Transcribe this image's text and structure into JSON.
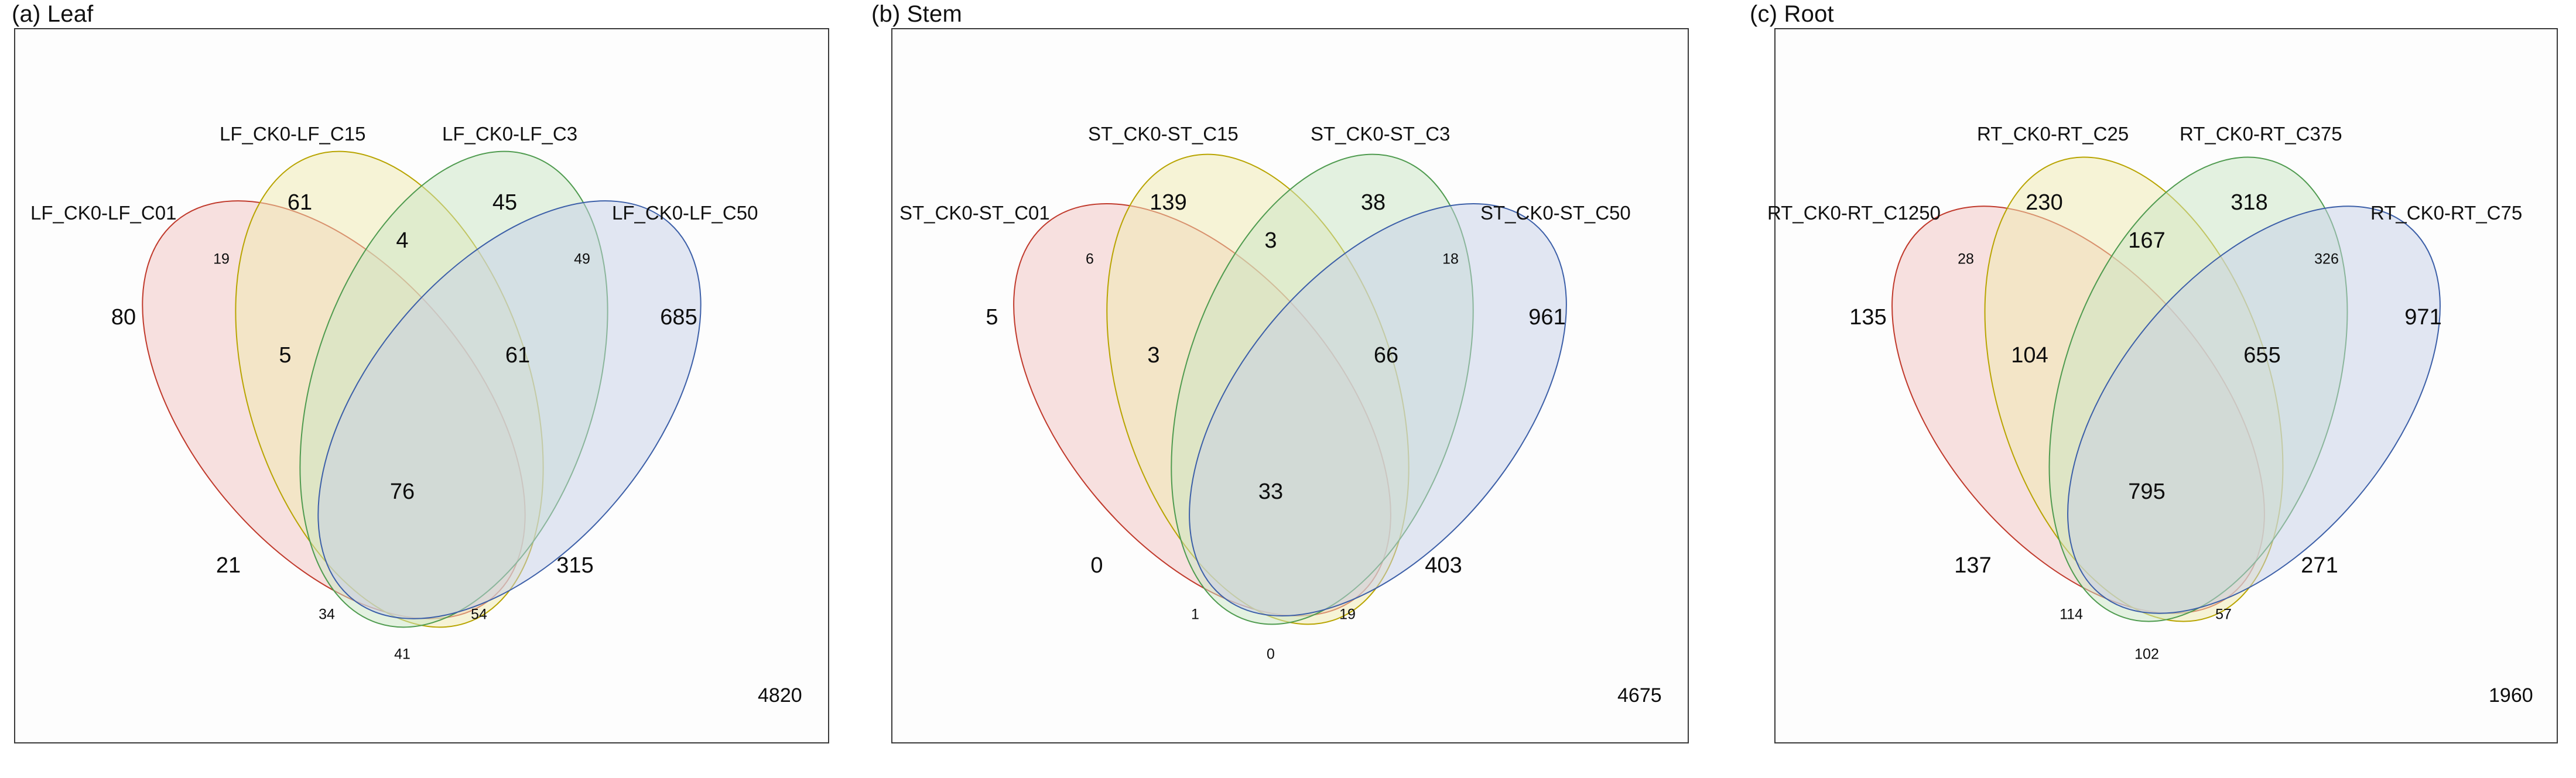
{
  "figure": {
    "type": "venn-4set-figure",
    "panel_count": 3,
    "background": "#ffffff",
    "frame_color": "#3a3a3a"
  },
  "palette": {
    "set1_stroke": "#c0392b",
    "set1_fill": "#f2c9c6",
    "set2_stroke": "#b8a400",
    "set2_fill": "#f0e9b0",
    "set3_stroke": "#4f9b4f",
    "set3_fill": "#c9e6c4",
    "set4_stroke": "#3c5fa8",
    "set4_fill": "#c6cfe8"
  },
  "chart_data": [
    {
      "type": "venn",
      "panel_id": "a",
      "title": "(a) Leaf",
      "sets": [
        "LF_CK0-LF_C01",
        "LF_CK0-LF_C15",
        "LF_CK0-LF_C3",
        "LF_CK0-LF_C50"
      ],
      "regions": {
        "A": 80,
        "B": 61,
        "C": 45,
        "D": 685,
        "AB": 19,
        "AC": 21,
        "AD": 41,
        "BC": 4,
        "BD": 34,
        "CD": 49,
        "ABC": 5,
        "ABD": 34,
        "ACD": 54,
        "BCD": 61,
        "ABCD": 76,
        "A_C": 21,
        "B_D": 315
      },
      "labels": {
        "only_A": "80",
        "only_B": "61",
        "only_C": "45",
        "only_D": "685",
        "A_and_B": "19",
        "B_and_C": "4",
        "C_and_D": "49",
        "A_and_B_and_C": "5",
        "B_and_C_and_D": "61",
        "all_four": "76",
        "A_and_C": "21",
        "B_and_D": "315",
        "A_and_B_and_D": "34",
        "A_and_C_and_D": "54",
        "A_and_D": "41"
      },
      "outside": "4820"
    },
    {
      "type": "venn",
      "panel_id": "b",
      "title": "(b) Stem",
      "sets": [
        "ST_CK0-ST_C01",
        "ST_CK0-ST_C15",
        "ST_CK0-ST_C3",
        "ST_CK0-ST_C50"
      ],
      "regions": {
        "A": 5,
        "B": 139,
        "C": 38,
        "D": 961,
        "AB": 6,
        "BC": 3,
        "CD": 18,
        "ABC": 3,
        "BCD": 66,
        "ABCD": 33,
        "AC": 0,
        "BD": 403,
        "ABD": 1,
        "ACD": 19,
        "AD": 0
      },
      "labels": {
        "only_A": "5",
        "only_B": "139",
        "only_C": "38",
        "only_D": "961",
        "A_and_B": "6",
        "B_and_C": "3",
        "C_and_D": "18",
        "A_and_B_and_C": "3",
        "B_and_C_and_D": "66",
        "all_four": "33",
        "A_and_C": "0",
        "B_and_D": "403",
        "A_and_B_and_D": "1",
        "A_and_C_and_D": "19",
        "A_and_D": "0"
      },
      "outside": "4675"
    },
    {
      "type": "venn",
      "panel_id": "c",
      "title": "(c) Root",
      "sets": [
        "RT_CK0-RT_C1250",
        "RT_CK0-RT_C25",
        "RT_CK0-RT_C375",
        "RT_CK0-RT_C75"
      ],
      "regions": {
        "A": 135,
        "B": 230,
        "C": 318,
        "D": 971,
        "AB": 28,
        "BC": 167,
        "CD": 326,
        "ABC": 104,
        "BCD": 655,
        "ABCD": 795,
        "AC": 137,
        "BD": 271,
        "ABD": 114,
        "ACD": 57,
        "AD": 102
      },
      "labels": {
        "only_A": "135",
        "only_B": "230",
        "only_C": "318",
        "only_D": "971",
        "A_and_B": "28",
        "B_and_C": "167",
        "C_and_D": "326",
        "A_and_B_and_C": "104",
        "B_and_C_and_D": "655",
        "all_four": "795",
        "A_and_C": "137",
        "B_and_D": "271",
        "A_and_B_and_D": "114",
        "A_and_C_and_D": "57",
        "A_and_D": "102"
      },
      "outside": "1960"
    }
  ]
}
